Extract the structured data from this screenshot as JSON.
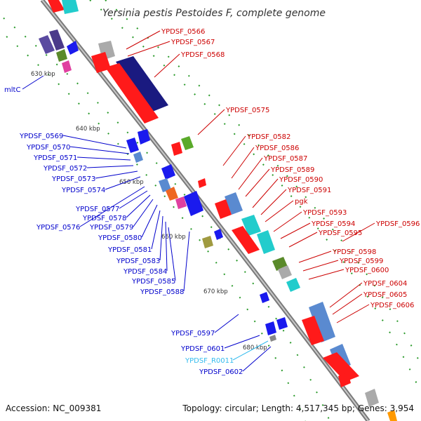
{
  "map": {
    "title": "Yersinia pestis Pestoides F, complete genome",
    "accession": "Accession: NC_009381",
    "summary": "Topology: circular; Length: 4,517,345 bp; Genes: 3,954",
    "ticks": [
      "630 kbp",
      "640 kbp",
      "650 kbp",
      "660 kbp",
      "670 kbp",
      "680 kbp"
    ],
    "colors": {
      "forward_label": "#cc0000",
      "reverse_label": "#0000cc",
      "rna_label": "#33bbee",
      "backbone": "#888888",
      "tick": "#2a9a2a"
    },
    "labels_left": [
      {
        "text": "mltC",
        "color": "reverse"
      },
      {
        "text": "YPDSF_0569",
        "color": "reverse"
      },
      {
        "text": "YPDSF_0570",
        "color": "reverse"
      },
      {
        "text": "YPDSF_0571",
        "color": "reverse"
      },
      {
        "text": "YPDSF_0572",
        "color": "reverse"
      },
      {
        "text": "YPDSF_0573",
        "color": "reverse"
      },
      {
        "text": "YPDSF_0574",
        "color": "reverse"
      },
      {
        "text": "YPDSF_0577",
        "color": "reverse"
      },
      {
        "text": "YPDSF_0578",
        "color": "reverse"
      },
      {
        "text": "YPDSF_0576",
        "color": "reverse"
      },
      {
        "text": "YPDSF_0579",
        "color": "reverse"
      },
      {
        "text": "YPDSF_0580",
        "color": "reverse"
      },
      {
        "text": "YPDSF_0581",
        "color": "reverse"
      },
      {
        "text": "YPDSF_0583",
        "color": "reverse"
      },
      {
        "text": "YPDSF_0584",
        "color": "reverse"
      },
      {
        "text": "YPDSF_0585",
        "color": "reverse"
      },
      {
        "text": "YPDSF_0588",
        "color": "reverse"
      },
      {
        "text": "YPDSF_0597",
        "color": "reverse"
      },
      {
        "text": "YPDSF_0601",
        "color": "reverse"
      },
      {
        "text": "YPDSF_R0011",
        "color": "rna"
      },
      {
        "text": "YPDSF_0602",
        "color": "reverse"
      }
    ],
    "labels_right": [
      {
        "text": "YPDSF_0566",
        "color": "forward"
      },
      {
        "text": "YPDSF_0567",
        "color": "forward"
      },
      {
        "text": "YPDSF_0568",
        "color": "forward"
      },
      {
        "text": "YPDSF_0575",
        "color": "forward"
      },
      {
        "text": "YPDSF_0582",
        "color": "forward"
      },
      {
        "text": "YPDSF_0586",
        "color": "forward"
      },
      {
        "text": "YPDSF_0587",
        "color": "forward"
      },
      {
        "text": "YPDSF_0589",
        "color": "forward"
      },
      {
        "text": "YPDSF_0590",
        "color": "forward"
      },
      {
        "text": "YPDSF_0591",
        "color": "forward"
      },
      {
        "text": "pgk",
        "color": "forward"
      },
      {
        "text": "YPDSF_0593",
        "color": "forward"
      },
      {
        "text": "YPDSF_0594",
        "color": "forward"
      },
      {
        "text": "YPDSF_0596",
        "color": "forward"
      },
      {
        "text": "YPDSF_0595",
        "color": "forward"
      },
      {
        "text": "YPDSF_0598",
        "color": "forward"
      },
      {
        "text": "YPDSF_0599",
        "color": "forward"
      },
      {
        "text": "YPDSF_0600",
        "color": "forward"
      },
      {
        "text": "YPDSF_0604",
        "color": "forward"
      },
      {
        "text": "YPDSF_0605",
        "color": "forward"
      },
      {
        "text": "YPDSF_0606",
        "color": "forward"
      }
    ]
  }
}
